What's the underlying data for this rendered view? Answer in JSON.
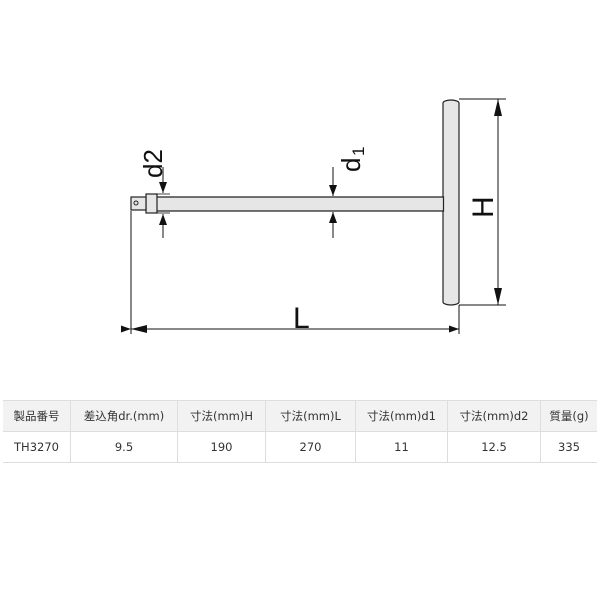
{
  "diagram": {
    "labels": {
      "d2": "d2",
      "d1_main": "d",
      "d1_sub": "1",
      "h": "H",
      "l": "L"
    }
  },
  "table": {
    "headers": [
      "製品番号",
      "差込角dr.(mm)",
      "寸法(mm)H",
      "寸法(mm)L",
      "寸法(mm)d1",
      "寸法(mm)d2",
      "質量(g)"
    ],
    "rows": [
      [
        "TH3270",
        "9.5",
        "190",
        "270",
        "11",
        "12.5",
        "335"
      ]
    ]
  }
}
